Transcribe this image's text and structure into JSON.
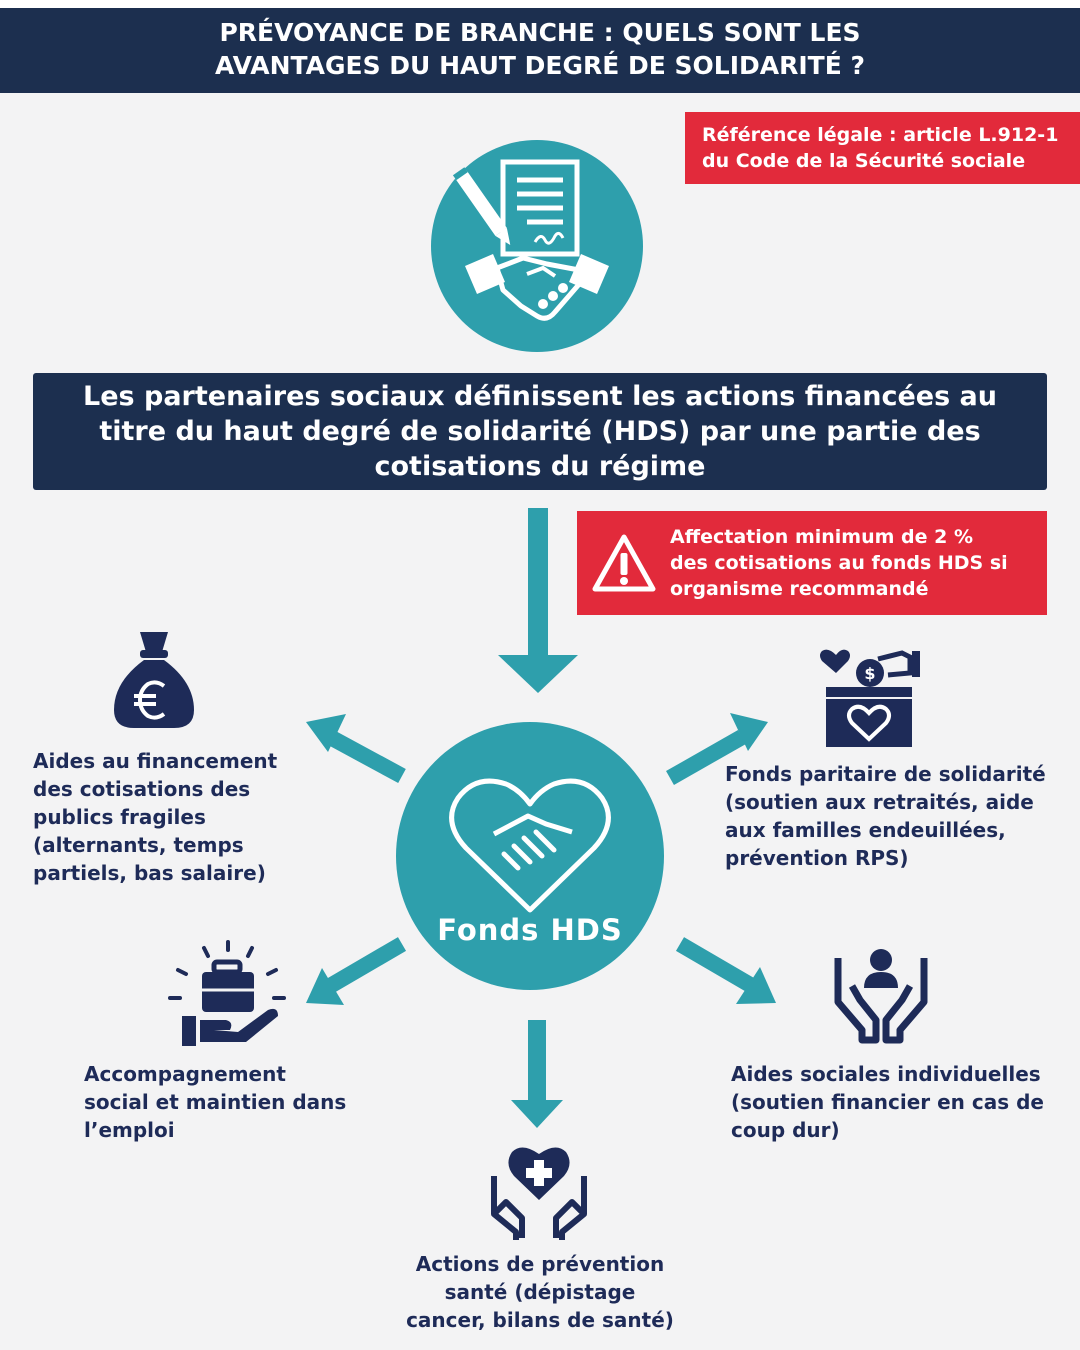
{
  "header": {
    "line1": "PRÉVOYANCE DE BRANCHE : QUELS SONT LES",
    "line2": "AVANTAGES DU HAUT DEGRÉ DE SOLIDARITÉ ?"
  },
  "reference": {
    "line1": "Référence légale : article L.912-1",
    "line2": "du Code de la Sécurité sociale"
  },
  "main_statement": {
    "line1": "Les partenaires sociaux définissent les actions financées au",
    "line2": "titre du haut degré de solidarité (HDS) par une partie des",
    "line3": "cotisations du régime"
  },
  "warning": {
    "line1": "Affectation minimum de 2 %",
    "line2": "des cotisations au fonds HDS si",
    "line3": "organisme recommandé"
  },
  "hub": {
    "label": "Fonds HDS"
  },
  "items": [
    {
      "icon": "money-bag-euro-icon",
      "lines": [
        "Aides au financement",
        "des cotisations des",
        "publics fragiles",
        "(alternants, temps",
        "partiels, bas salaire)"
      ]
    },
    {
      "icon": "donation-box-icon",
      "lines": [
        "Fonds paritaire de solidarité",
        "(soutien aux retraités, aide",
        "aux familles endeuillées,",
        "prévention RPS)"
      ]
    },
    {
      "icon": "briefcase-hand-icon",
      "lines": [
        "Accompagnement",
        "social et maintien dans",
        "l’emploi"
      ]
    },
    {
      "icon": "person-care-hands-icon",
      "lines": [
        "Aides sociales individuelles",
        "(soutien financier en cas de",
        "coup dur)"
      ]
    },
    {
      "icon": "health-heart-hands-icon",
      "lines": [
        "Actions de prévention",
        "santé (dépistage",
        "cancer, bilans de santé)"
      ]
    }
  ],
  "colors": {
    "navy": "#1c2f4f",
    "teal": "#2e9fac",
    "red": "#e22a3b",
    "icon_navy": "#1e2b58",
    "background": "#f3f3f4"
  }
}
